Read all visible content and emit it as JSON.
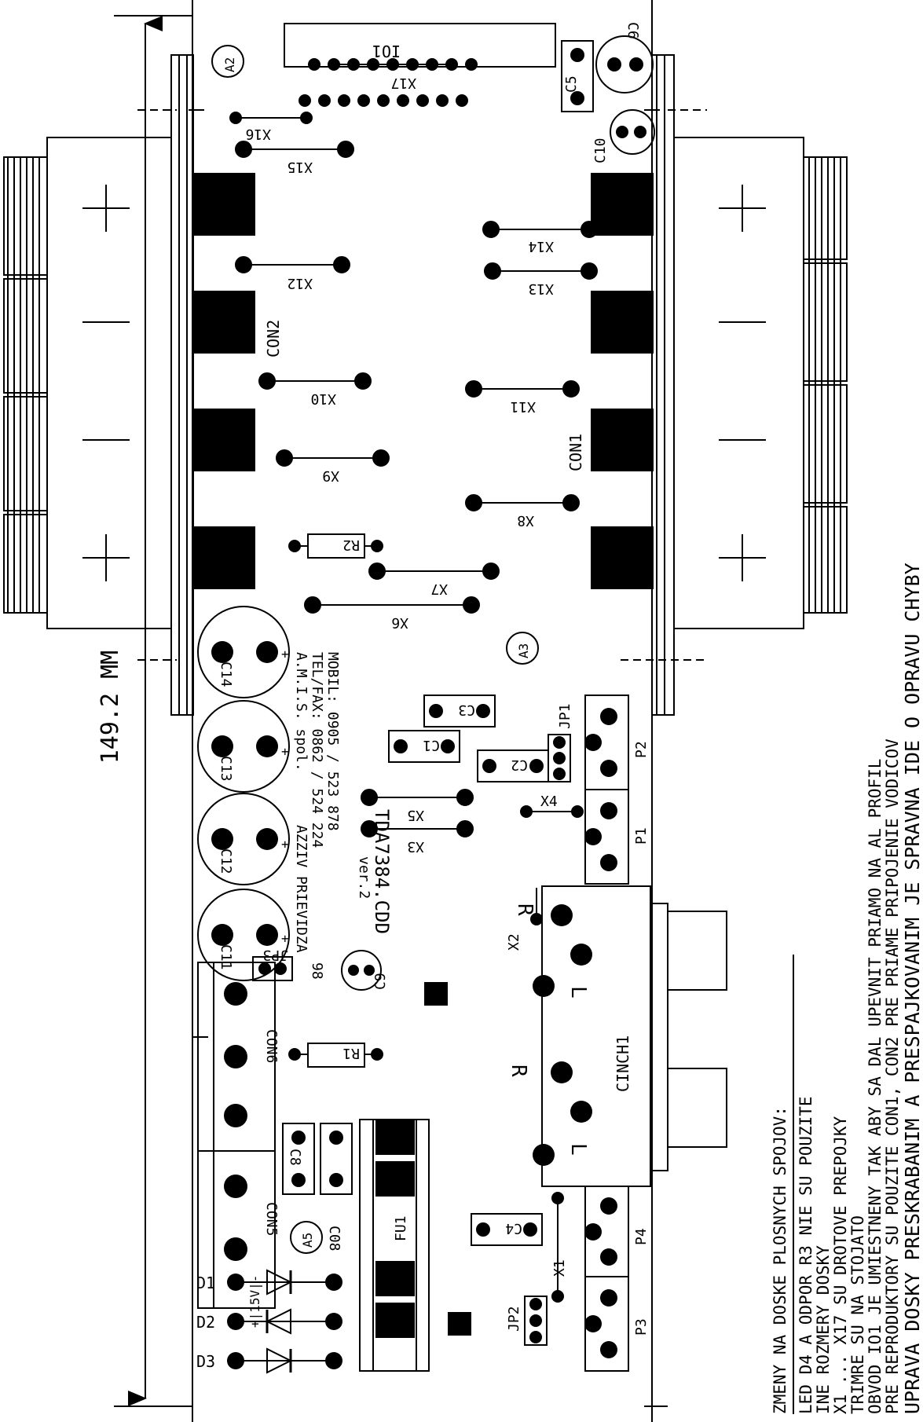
{
  "dimension": {
    "label": "149.2 MM"
  },
  "markers": {
    "a2": "A2",
    "a3": "A3",
    "a5": "A5"
  },
  "chips": {
    "io1": "IO1"
  },
  "connectors": {
    "con1": "CON1",
    "con2": "CON2",
    "con5": "CON5",
    "con6": "CON6",
    "cinch1": "CINCH1",
    "cinch_l": "L",
    "cinch_r": "R",
    "p1": "P1",
    "p2": "P2",
    "p3": "P3",
    "p4": "P4"
  },
  "jumpers": {
    "x1": "X1",
    "x2": "X2",
    "x3": "X3",
    "x4": "X4",
    "x5": "X5",
    "x6": "X6",
    "x7": "X7",
    "x8": "X8",
    "x9": "X9",
    "x10": "X10",
    "x11": "X11",
    "x12": "X12",
    "x13": "X13",
    "x14": "X14",
    "x15": "X15",
    "x16": "X16",
    "x17": "X17",
    "jp1": "JP1",
    "jp2": "JP2",
    "jp3": "JP3"
  },
  "capacitors": {
    "c1": "C1",
    "c2": "C2",
    "c3": "C3",
    "c4": "C4",
    "c5": "C5",
    "c6": "C6",
    "c8": "C8",
    "c08": "C08",
    "c9": "C9",
    "c10": "C10",
    "c11": "C11",
    "c12": "C12",
    "c13": "C13",
    "c14": "C14"
  },
  "resistors": {
    "r1": "R1",
    "r2": "R2"
  },
  "fuse": {
    "fu1": "FU1"
  },
  "diodes": {
    "d1": "D1",
    "d2": "D2",
    "d3": "D3",
    "supply": "+|15V|-"
  },
  "board_info": {
    "code": "TDA7384.CDD",
    "version": "ver.2",
    "company": "A.M.I.S. spol.",
    "addr1": "AZZIV PRIEVIDZA",
    "tel": "TEL/FAX: 0862 / 524 224",
    "mobil": "MOBIL: 0905 / 523 878",
    "year": "98"
  },
  "notes": [
    "ZMENY NA DOSKE PLOSNYCH SPOJOV:",
    "LED D4 A ODPOR R3 NIE SU POUZITE",
    "INE ROZMERY DOSKY",
    "X1 ... X17 SU DROTOVE PREPOJKY",
    "TRIMRE SU NA STOJATO",
    "OBVOD IO1 JE UMIESTNENY TAK ABY SA DAL UPEVNIT PRIAMO NA AL PROFIL",
    "PRE REPRODUKTORY SU POUZITE CON1, CON2 PRE PRIAME PRIPOJENIE VODICOV",
    "UPRAVA DOSKY PRESKRABANIM A PRESPAJKOVANIM JE SPRAVNA IDE O OPRAVU CHYBY"
  ]
}
